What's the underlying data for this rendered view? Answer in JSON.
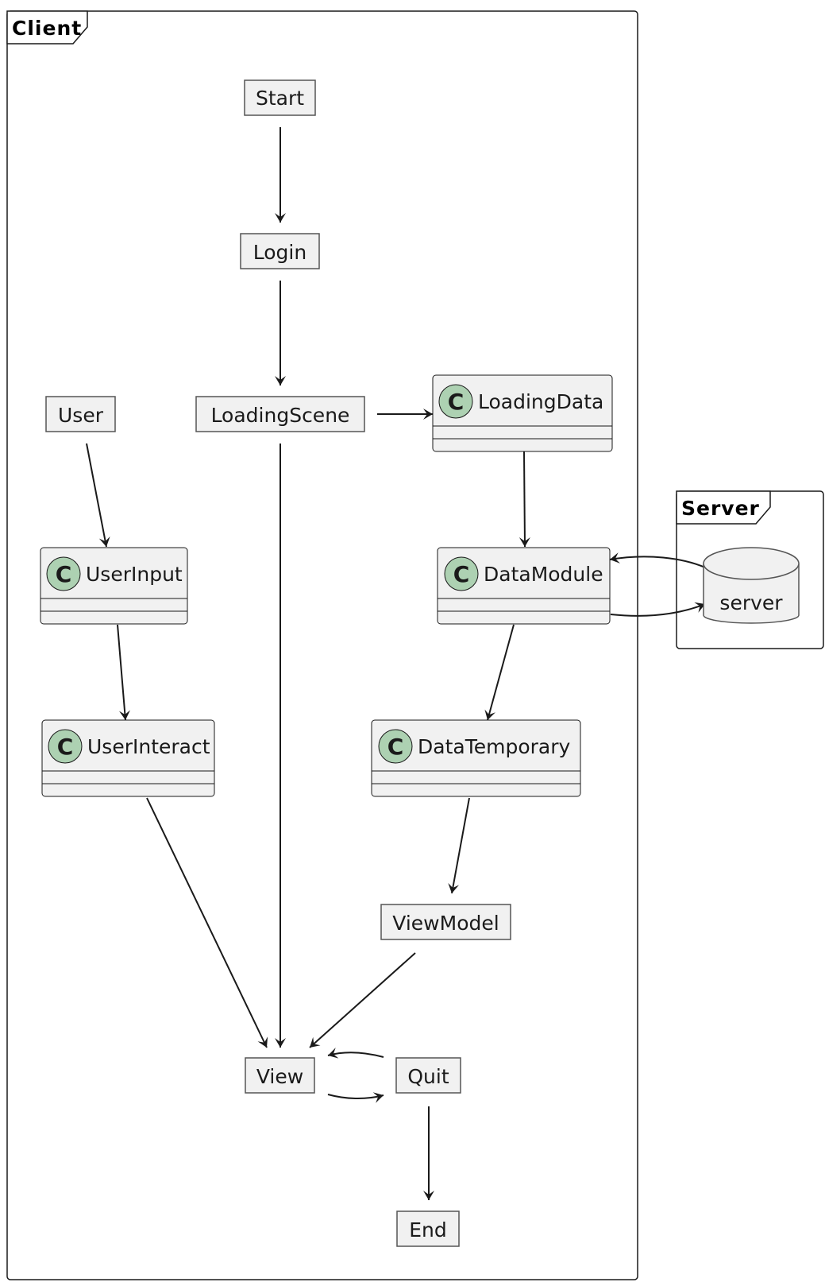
{
  "frames": {
    "client": {
      "title": "Client"
    },
    "server": {
      "title": "Server"
    }
  },
  "nodes": {
    "start": "Start",
    "login": "Login",
    "loading_scene": "LoadingScene",
    "user": "User",
    "view_model": "ViewModel",
    "view": "View",
    "quit": "Quit",
    "end": "End",
    "server_db": "server"
  },
  "classes": {
    "stereotype_glyph": "C",
    "loading_data": "LoadingData",
    "data_module": "DataModule",
    "data_temporary": "DataTemporary",
    "user_input": "UserInput",
    "user_interact": "UserInteract"
  },
  "colors": {
    "node_fill": "#f1f1f1",
    "node_stroke": "#555555",
    "stereotype_circle": "#add1b2",
    "line": "#1a1a1a"
  }
}
